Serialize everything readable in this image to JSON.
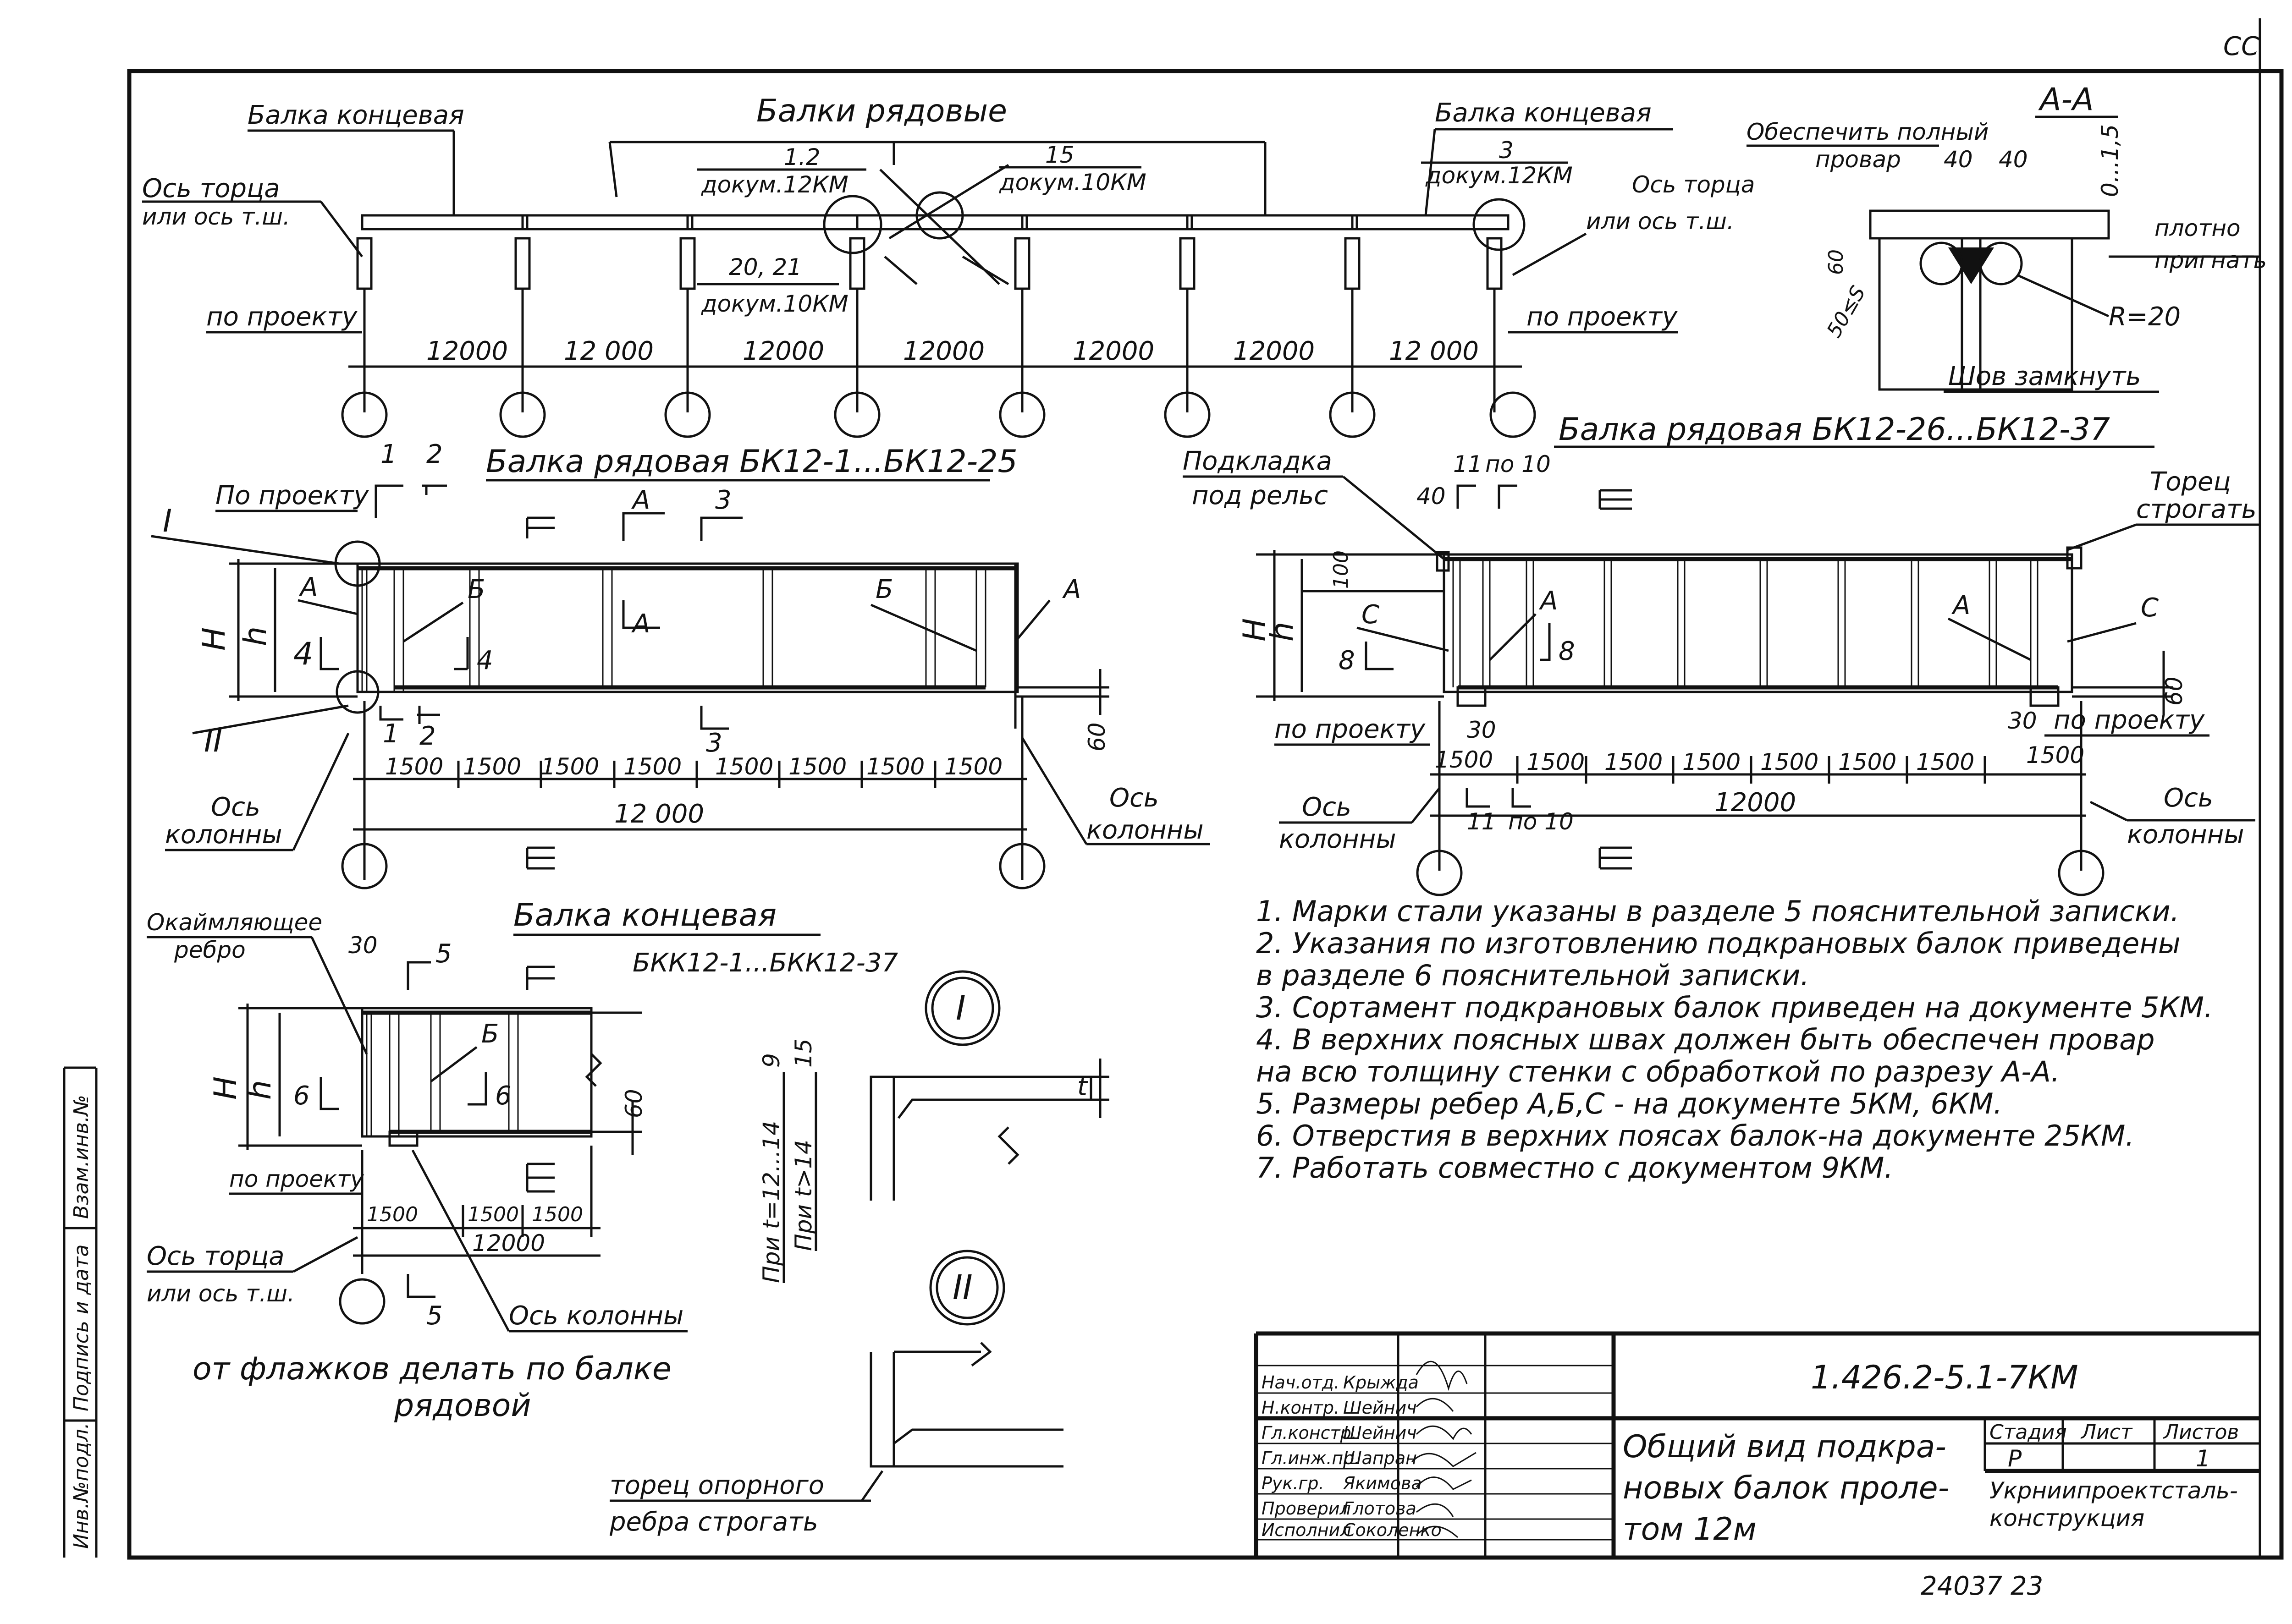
{
  "corner_mark": "СС",
  "top_plan": {
    "title": "Балки рядовые",
    "left_end_label": "Балка концевая",
    "right_end_label": "Балка концевая",
    "left_axis_label_1": "Ось торца",
    "left_axis_label_2": "или ось т.ш.",
    "right_axis_label_1": "Ось торца",
    "right_axis_label_2": "или ось т.ш.",
    "by_project_left": "по проекту",
    "by_project_right": "по проекту",
    "ref_1_num": "1.2",
    "ref_1_doc": "докум.12КМ",
    "ref_2_num": "15",
    "ref_2_doc": "докум.10КМ",
    "ref_3_num": "3",
    "ref_3_doc": "докум.12КМ",
    "ref_4_num": "20, 21",
    "ref_4_doc": "докум.10КМ",
    "spans": [
      "12000",
      "12 000",
      "12000",
      "12000",
      "12000",
      "12000",
      "12 000"
    ]
  },
  "section_aa": {
    "title": "А-А",
    "provide_1": "Обеспечить полный",
    "provide_2": "провар",
    "dim_40a": "40",
    "dim_40b": "40",
    "dim_gap": "0...1,5",
    "dim_60": "60",
    "dim_505": "50≤S",
    "tight_1": "плотно",
    "tight_2": "пригнать",
    "radius": "R=20",
    "weld_closed": "Шов замкнуть"
  },
  "beam_1": {
    "title": "Балка рядовая БК12-1...БК12-25",
    "by_project": "По проекту",
    "node_1": "I",
    "node_2": "II",
    "cut_1": "1",
    "cut_2": "2",
    "cut_1b": "1",
    "cut_2b": "2",
    "cut_3": "3",
    "cut_3b": "3",
    "cut_4a": "4",
    "cut_4b": "4",
    "letter_a": "А",
    "letter_a2": "А",
    "letter_a3": "А",
    "letter_a4": "А",
    "letter_b1": "Б",
    "letter_b2": "Б",
    "dim_H": "H",
    "dim_h": "h",
    "dim_60": "60",
    "axis_1": "Ось",
    "axis_2": "колонны",
    "axis_r1": "Ось",
    "axis_r2": "колонны",
    "panels": [
      "1500",
      "1500",
      "1500",
      "1500",
      "1500",
      "1500",
      "1500",
      "1500"
    ],
    "total": "12 000"
  },
  "beam_2": {
    "title": "Балка рядовая  БК12-26...БК12-37",
    "pad_1": "Подкладка",
    "pad_2": "под рельс",
    "end_1": "Торец",
    "end_2": "строгать",
    "dim_40": "40",
    "dim_11": "11",
    "dim_po10": "по 10",
    "dim_100": "100",
    "dim_H": "H",
    "dim_h": "h",
    "letter_c1": "С",
    "letter_c2": "С",
    "letter_a1": "А",
    "letter_a2": "А",
    "cut_8a": "8",
    "cut_8b": "8",
    "dim_60": "60",
    "by_project_l": "по проекту",
    "by_project_r": "по проекту",
    "dim_30l": "30",
    "dim_30r": "30",
    "panels": [
      "1500",
      "1500",
      "1500",
      "1500",
      "1500",
      "1500",
      "1500",
      "1500"
    ],
    "total": "12000",
    "cut_11b": "11",
    "cut_po10b": "по 10",
    "axis_1": "Ось",
    "axis_2": "колонны",
    "axis_r1": "Ось",
    "axis_r2": "колонны"
  },
  "beam_end": {
    "title": "Балка  концевая",
    "subtitle": "БКК12-1...БКК12-37",
    "rib_1": "Окаймляющее",
    "rib_2": "ребро",
    "dim_30": "30",
    "cut_5a": "5",
    "cut_5b": "5",
    "cut_6a": "6",
    "cut_6b": "6",
    "letter_b": "Б",
    "dim_H": "H",
    "dim_h": "h",
    "dim_60": "60",
    "by_project": "по проекту",
    "panels": [
      "1500",
      "1500",
      "1500"
    ],
    "total": "12000",
    "axis_end_1": "Ось торца",
    "axis_end_2": "или ось т.ш.",
    "axis_col": "Ось колонны",
    "flags_1": "от флажков делать по балке",
    "flags_2": "рядовой"
  },
  "node_details": {
    "node_1": "I",
    "node_2": "II",
    "t_label": "t",
    "dim_9": "9",
    "dim_15": "15",
    "when_1": "При t=12...14",
    "when_2": "При t>14",
    "end_1": "торец опорного",
    "end_2": "ребра строгать"
  },
  "notes": [
    "1. Марки стали указаны в разделе 5 пояснительной  записки.",
    "2. Указания по изготовлению подкрановых балок  приведены",
    "    в разделе 6  пояснительной  записки.",
    "3. Сортамент  подкрановых  балок приведен на документе  5КМ.",
    "4. В верхних  поясных швах   должен быть обеспечен провар",
    "    на всю толщину  стенки с обработкой по разрезу А-А.",
    "5. Размеры ребер А,Б,С - на документе 5КМ, 6КМ.",
    "6. Отверстия в верхних  поясах балок-на документе 25КМ.",
    "7. Работать совместно с документом 9КМ."
  ],
  "side_stamp": [
    "Инв.№подл.",
    "Подпись и дата",
    "Взам.инв.№"
  ],
  "title_block": {
    "code": "1.426.2-5.1-7КМ",
    "roles": [
      "Нач.отд.",
      "Н.контр.",
      "Гл.констр.",
      "Гл.инж.пр.",
      "Рук.гр.",
      "Проверил",
      "Исполнил"
    ],
    "names": [
      "Крыжда",
      "Шейнич",
      "Шейнич",
      "Шапран",
      "Якимова",
      "Глотова",
      "Соколенко"
    ],
    "title_1": "Общий вид подкра-",
    "title_2": "новых балок проле-",
    "title_3": "том 12м",
    "stage_h": "Стадия",
    "sheet_h": "Лист",
    "sheets_h": "Листов",
    "stage": "Р",
    "sheet": "",
    "sheets": "1",
    "org_1": "Укрниипроектсталь-",
    "org_2": "конструкция"
  },
  "bottom_number": "24037   23"
}
